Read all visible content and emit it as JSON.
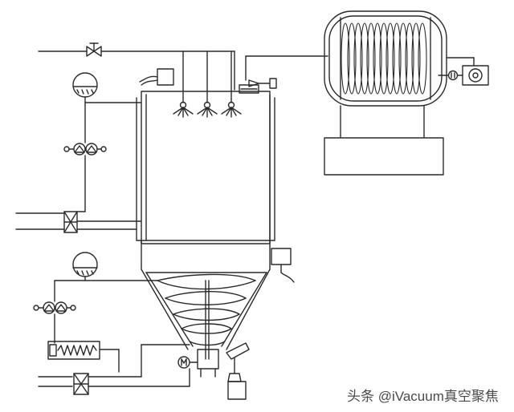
{
  "watermark": {
    "text": "头条 @iVacuum真空聚焦"
  },
  "colors": {
    "line": "#2a2a2a",
    "background": "#ffffff"
  },
  "components": [
    "drying-chamber",
    "conical-bottom",
    "spray-nozzles",
    "condenser-coil-tank",
    "vacuum-pump",
    "condenser-base",
    "feed-tank-1",
    "feed-tank-2",
    "pump-pair-1",
    "pump-pair-2",
    "heat-exchanger-1",
    "heat-exchanger-2",
    "electric-heater",
    "inlet-valve",
    "agitator-motor",
    "discharge-collector"
  ]
}
